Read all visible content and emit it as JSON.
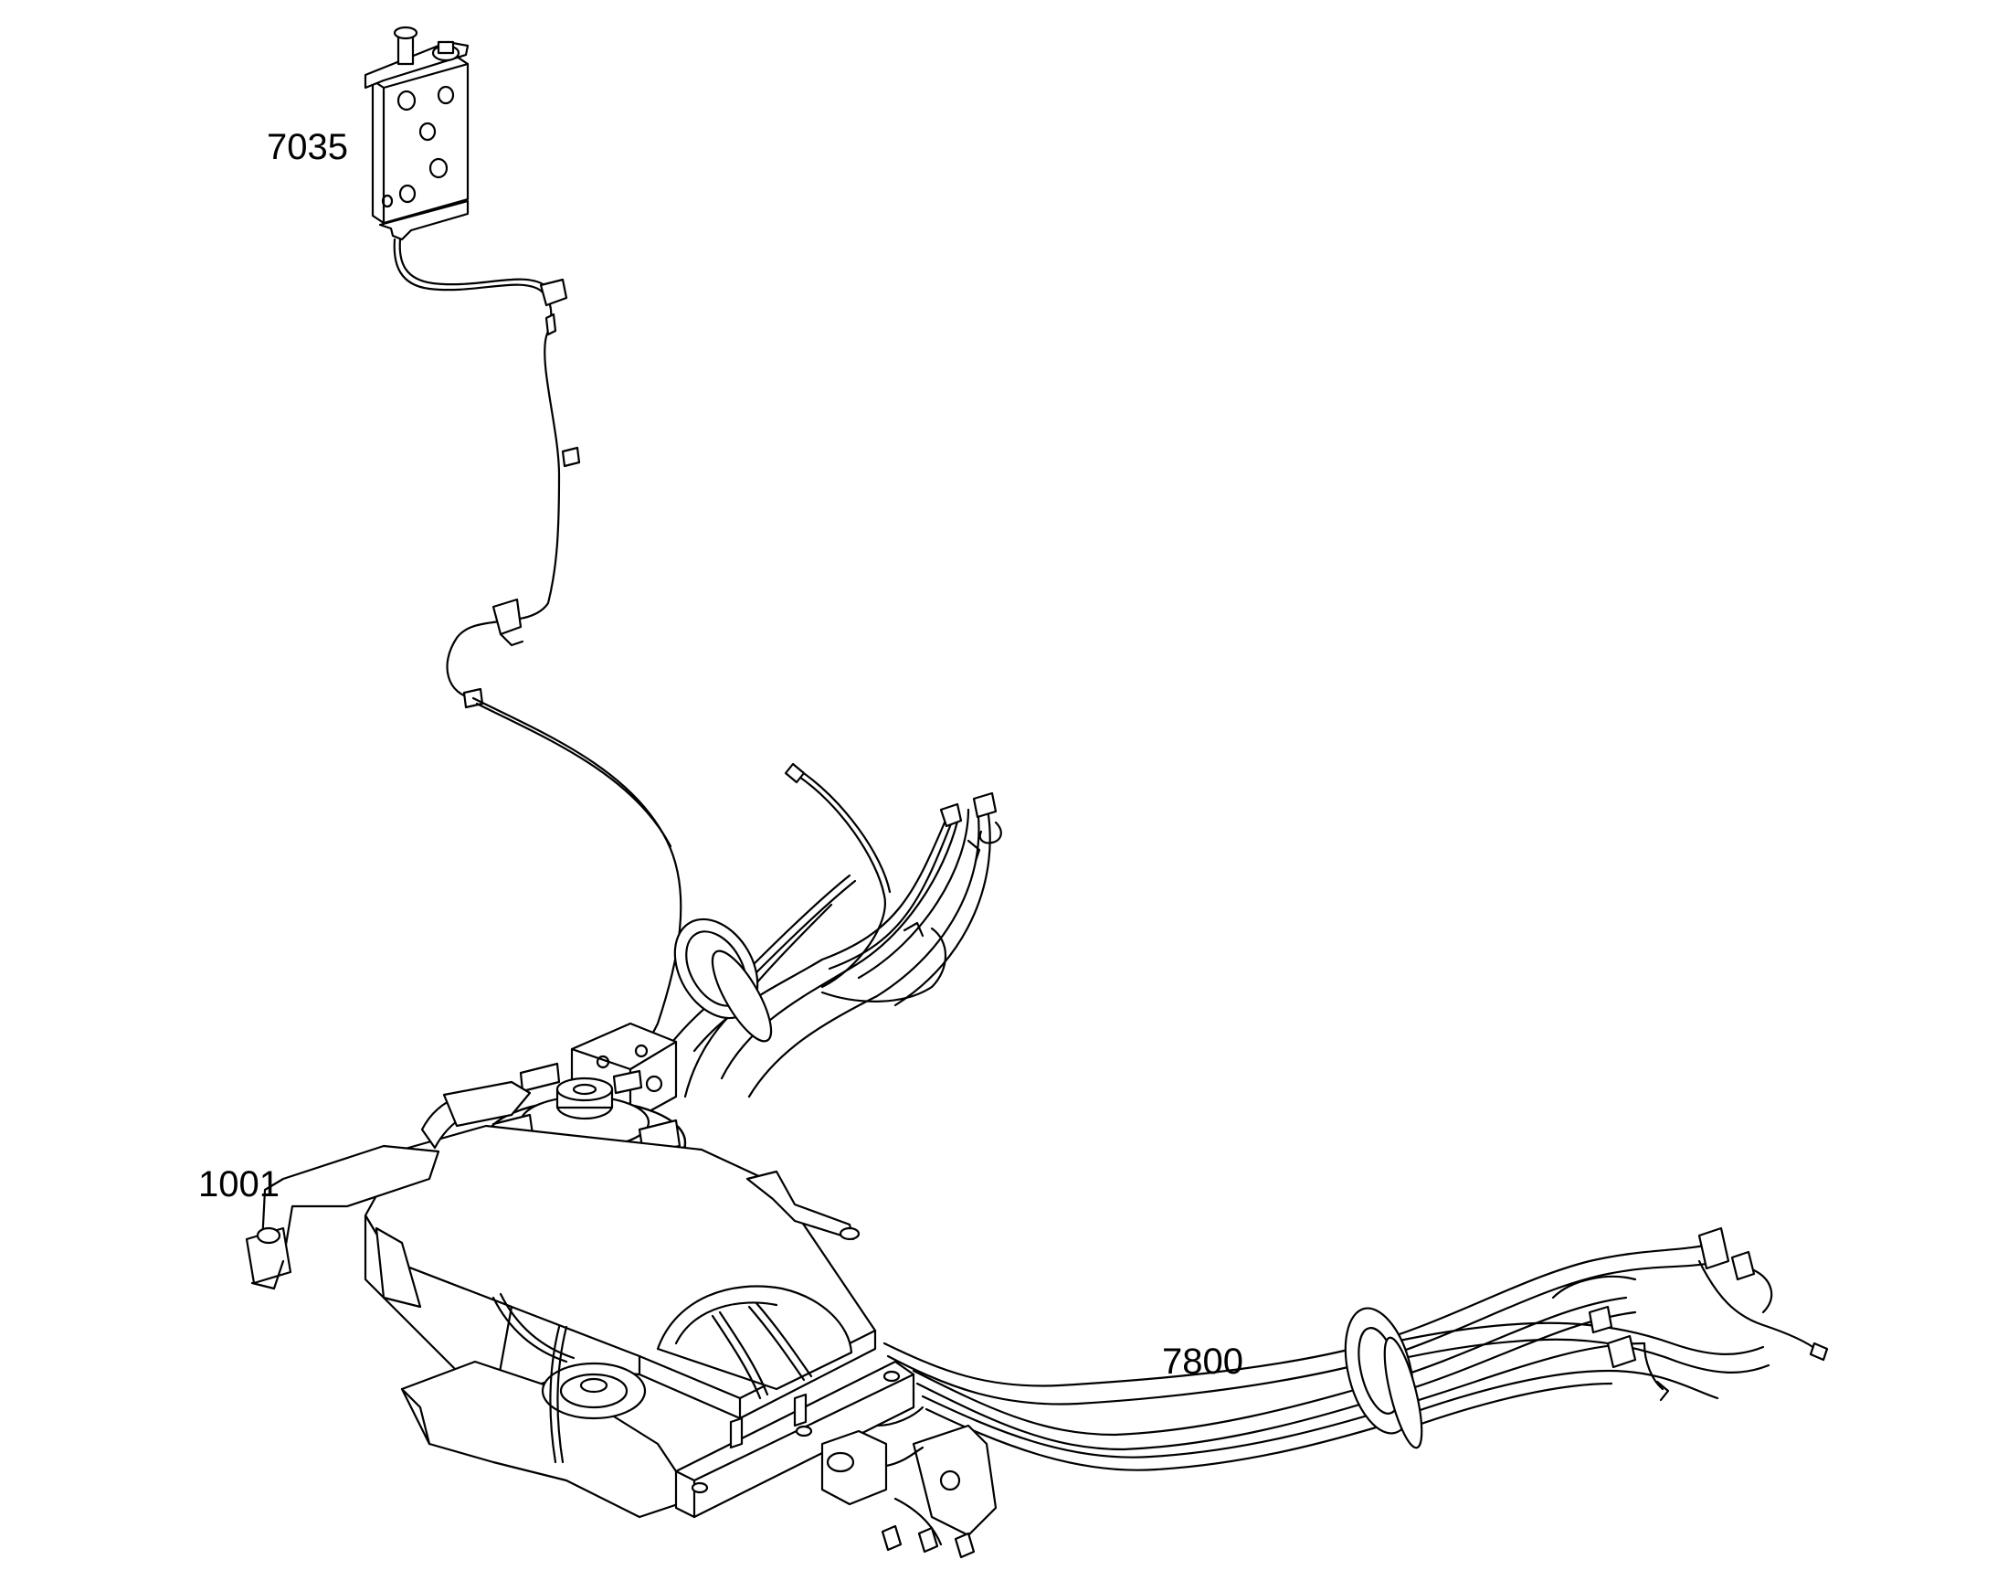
{
  "callouts": {
    "valve_block": "7035",
    "frame": "1001",
    "hose_kit": "7800"
  },
  "colors": {
    "line": "#000000",
    "background": "#ffffff"
  }
}
